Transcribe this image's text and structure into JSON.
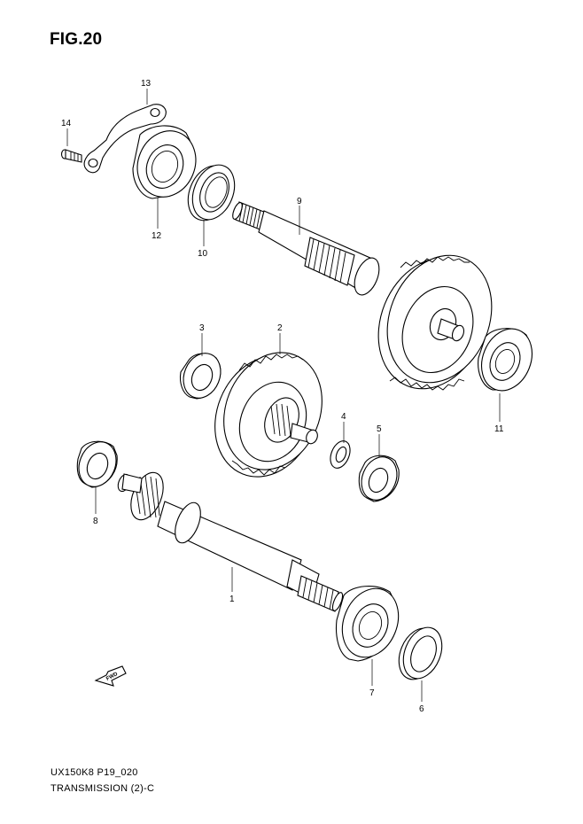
{
  "figure": {
    "title": "FIG.20"
  },
  "footer": {
    "code": "UX150K8 P19_020",
    "name": "TRANSMISSION (2)-C"
  },
  "fwd_arrow": {
    "label": "FWD"
  },
  "callouts": [
    {
      "id": "c13",
      "label": "13"
    },
    {
      "id": "c14",
      "label": "14"
    },
    {
      "id": "c12",
      "label": "12"
    },
    {
      "id": "c10",
      "label": "10"
    },
    {
      "id": "c9",
      "label": "9"
    },
    {
      "id": "c3",
      "label": "3"
    },
    {
      "id": "c2",
      "label": "2"
    },
    {
      "id": "c4",
      "label": "4"
    },
    {
      "id": "c5",
      "label": "5"
    },
    {
      "id": "c11",
      "label": "11"
    },
    {
      "id": "c8",
      "label": "8"
    },
    {
      "id": "c1",
      "label": "1"
    },
    {
      "id": "c7",
      "label": "7"
    },
    {
      "id": "c6",
      "label": "6"
    }
  ],
  "icons": {
    "fwd": "fwd-arrow-icon"
  }
}
